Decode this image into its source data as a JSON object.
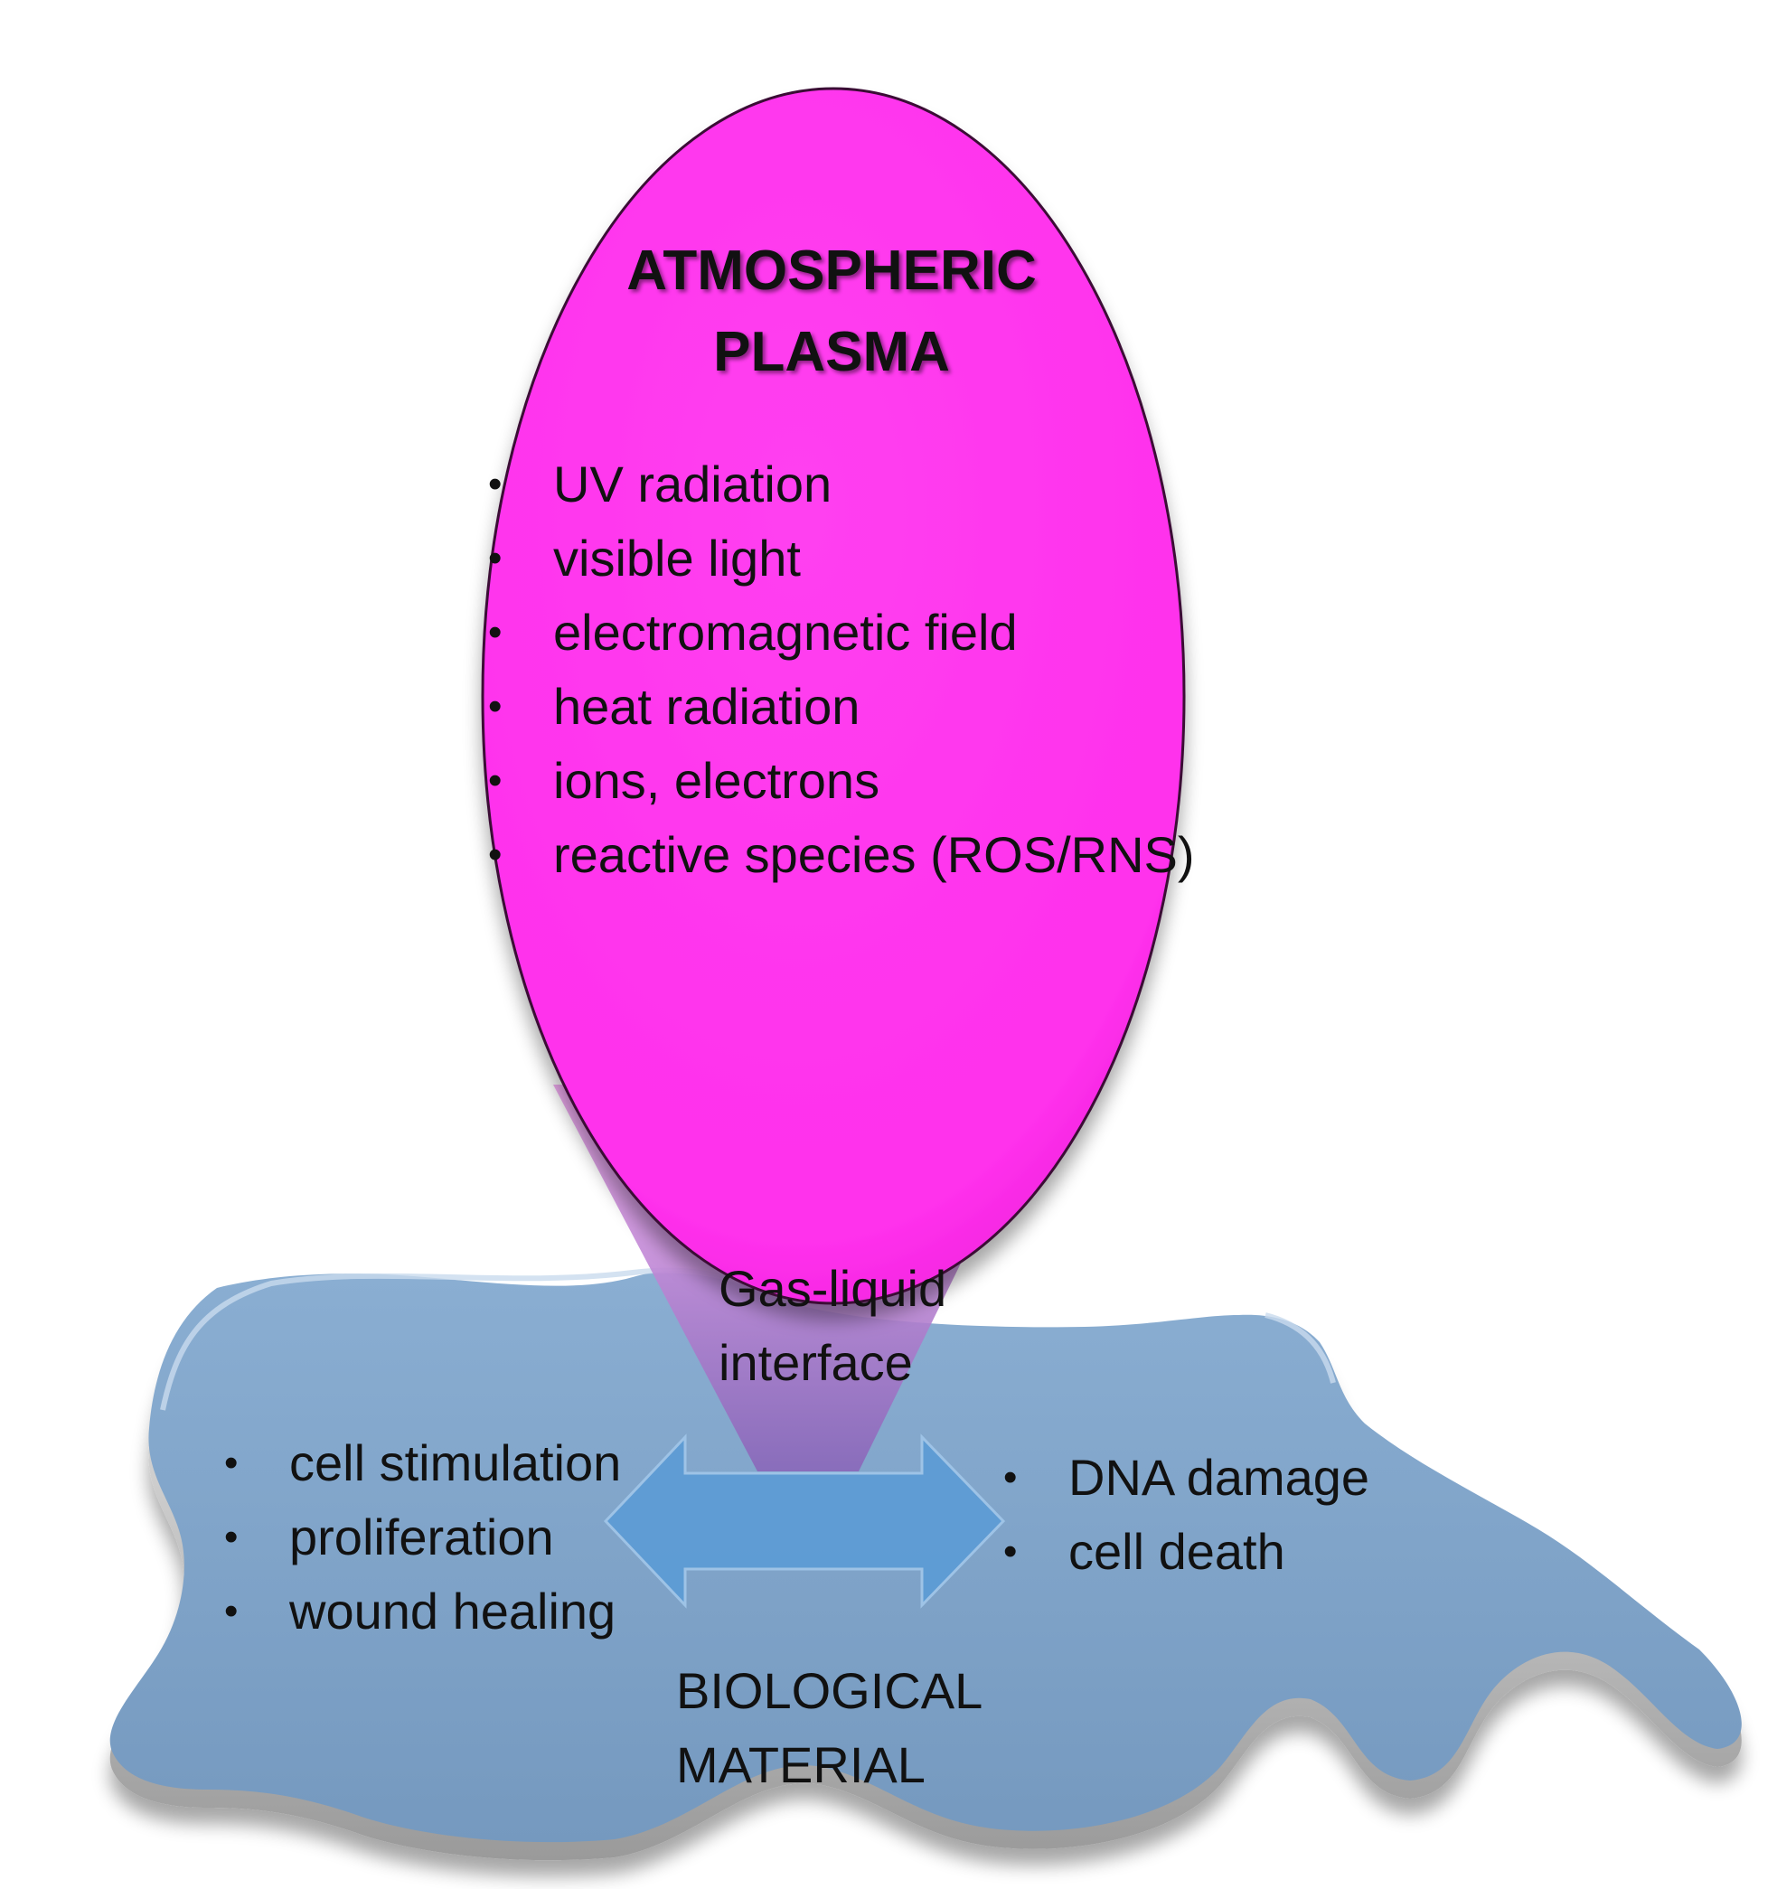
{
  "plasma": {
    "title_line1": "ATMOSPHERIC",
    "title_line2": "PLASMA",
    "components": [
      "UV radiation",
      "visible light",
      "electromagnetic field",
      "heat radiation",
      "ions, electrons",
      "reactive species (ROS/RNS)"
    ],
    "color": "#ff33ee"
  },
  "interface": {
    "line1": "Gas-liquid",
    "line2": "interface"
  },
  "biological": {
    "line1": "BIOLOGICAL",
    "line2": "MATERIAL",
    "color": "#7fa3c8",
    "left_effects": [
      "cell stimulation",
      "proliferation",
      "wound healing"
    ],
    "right_effects": [
      "DNA damage",
      "cell death"
    ]
  },
  "arrow_color": "#5b9bd5"
}
